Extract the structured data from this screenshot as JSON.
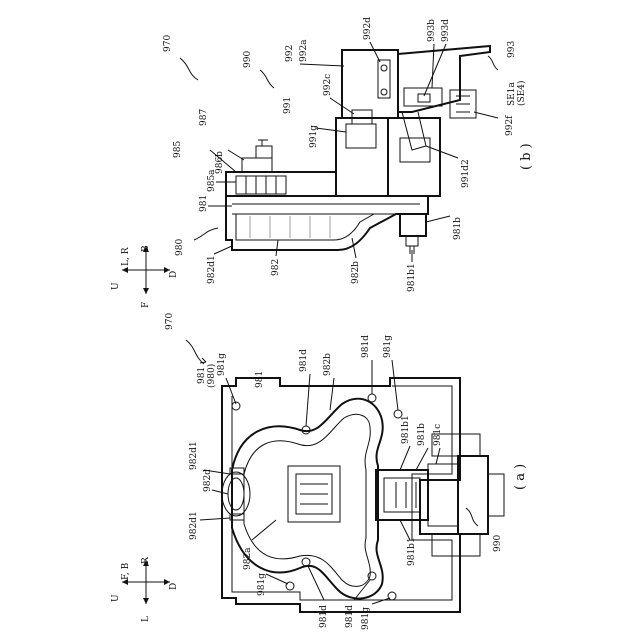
{
  "figure_a": {
    "caption": "( a )",
    "ref_main": "970",
    "ref_unit": "990",
    "plate_label": "981",
    "plate_label_paren": "(980)",
    "plate_label_2": "981",
    "labels": {
      "l981g_1": "981g",
      "l981d_1": "981d",
      "l982b": "982b",
      "l981d_2": "981d",
      "l981g_2": "981g",
      "l981b1_1": "981b1",
      "l981b": "981b",
      "l981c": "981c",
      "l982d1_1": "982d1",
      "l982d": "982d",
      "l982d1_2": "982d1",
      "l982a": "982a",
      "l981g_3": "981g",
      "l981d_3": "981d",
      "l981d_4": "981d",
      "l981g_4": "981g",
      "l981b1_2": "981b1"
    },
    "axes": {
      "u": "U",
      "fb": "F, B",
      "r": "R",
      "l": "L",
      "d": "D"
    }
  },
  "figure_b": {
    "caption": "( b )",
    "ref_main": "970",
    "ref_unit": "990",
    "labels": {
      "l992": "992",
      "l992a": "992a",
      "l992d": "992d",
      "l993b": "993b",
      "l993d": "993d",
      "l993": "993",
      "l991": "991",
      "l992c": "992c",
      "l991g": "991g",
      "l987": "987",
      "l985": "985",
      "l986b": "986b",
      "l985a": "985a",
      "l981": "981",
      "l980": "980",
      "l982d1": "982d1",
      "l982": "982",
      "l982b": "982b",
      "l981b1": "981b1",
      "l981b": "981b",
      "l991d2": "991d2",
      "l992f": "992f",
      "lse1a": "SE1a",
      "lse4": "(SE4)"
    },
    "axes": {
      "u": "U",
      "lr": "L, R",
      "b": "B",
      "f": "F",
      "d": "D"
    }
  }
}
